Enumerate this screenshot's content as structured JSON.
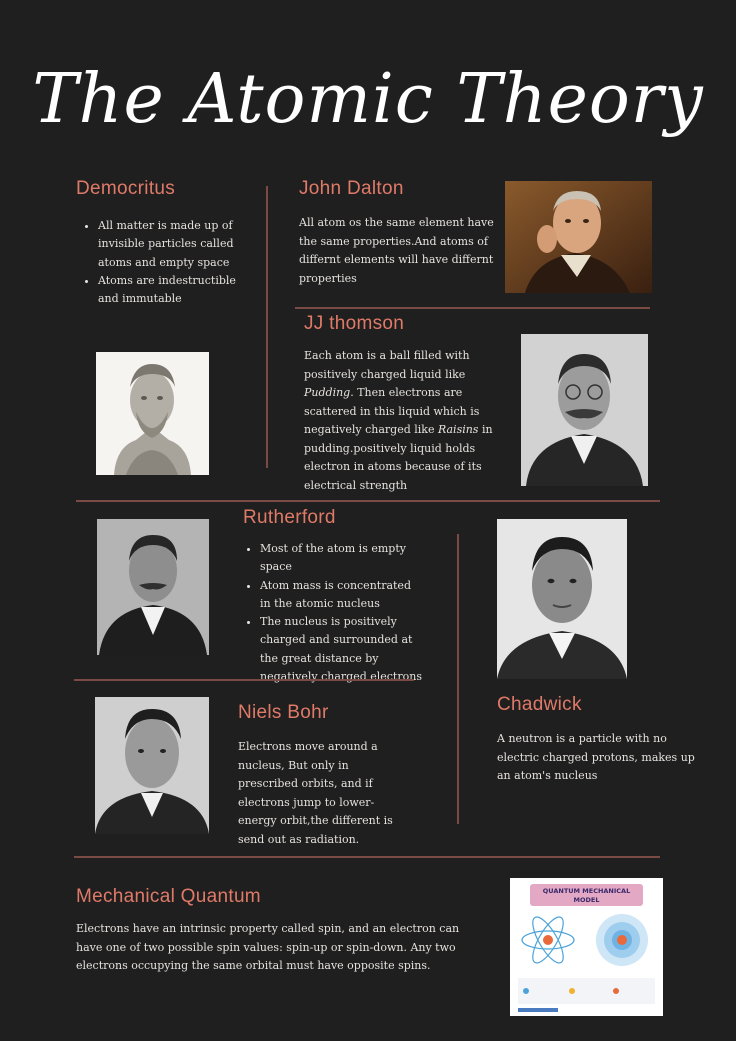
{
  "title": "The Atomic Theory",
  "democritus": {
    "heading": "Democritus",
    "bullets": [
      "All matter is made up of invisible particles called atoms and empty space",
      "Atoms are indestructible and immutable"
    ]
  },
  "dalton": {
    "heading": "John Dalton",
    "text": "All atom os the same element have the same properties.And atoms of differnt elements will have differnt properties"
  },
  "thomson": {
    "heading": "JJ thomson",
    "text_a": "Each atom is a ball filled with positively charged liquid like ",
    "em_a": "Pudding",
    "text_b": ". Then electrons are scattered in this liquid which is negatively charged like ",
    "em_b": "Raisins",
    "text_c": " in pudding.positively liquid holds electron in atoms because of its electrical strength"
  },
  "rutherford": {
    "heading": "Rutherford",
    "bullets": [
      "Most of the atom is empty space",
      "Atom mass is concentrated in the atomic nucleus",
      "The nucleus is positively charged and surrounded at the great distance by negatively charged electrons"
    ]
  },
  "chadwick": {
    "heading": "Chadwick",
    "text": "A neutron is a particle with no electric charged protons, makes up an atom's nucleus"
  },
  "bohr": {
    "heading": "Niels Bohr",
    "text": "Electrons move around a nucleus, But only in prescribed orbits, and if electrons jump to lower-energy orbit,the different is send out as radiation."
  },
  "quantum": {
    "heading": "Mechanical Quantum",
    "text": "Electrons have an intrinsic property called spin, and an electron can have one of two possible spin values: spin-up or spin-down. Any two electrons occupying the same orbital must have opposite spins.",
    "figure_title_1": "QUANTUM MECHANICAL",
    "figure_title_2": "MODEL"
  },
  "colors": {
    "background": "#1f1f1f",
    "heading": "#e07a68",
    "divider": "#7a4a44"
  }
}
